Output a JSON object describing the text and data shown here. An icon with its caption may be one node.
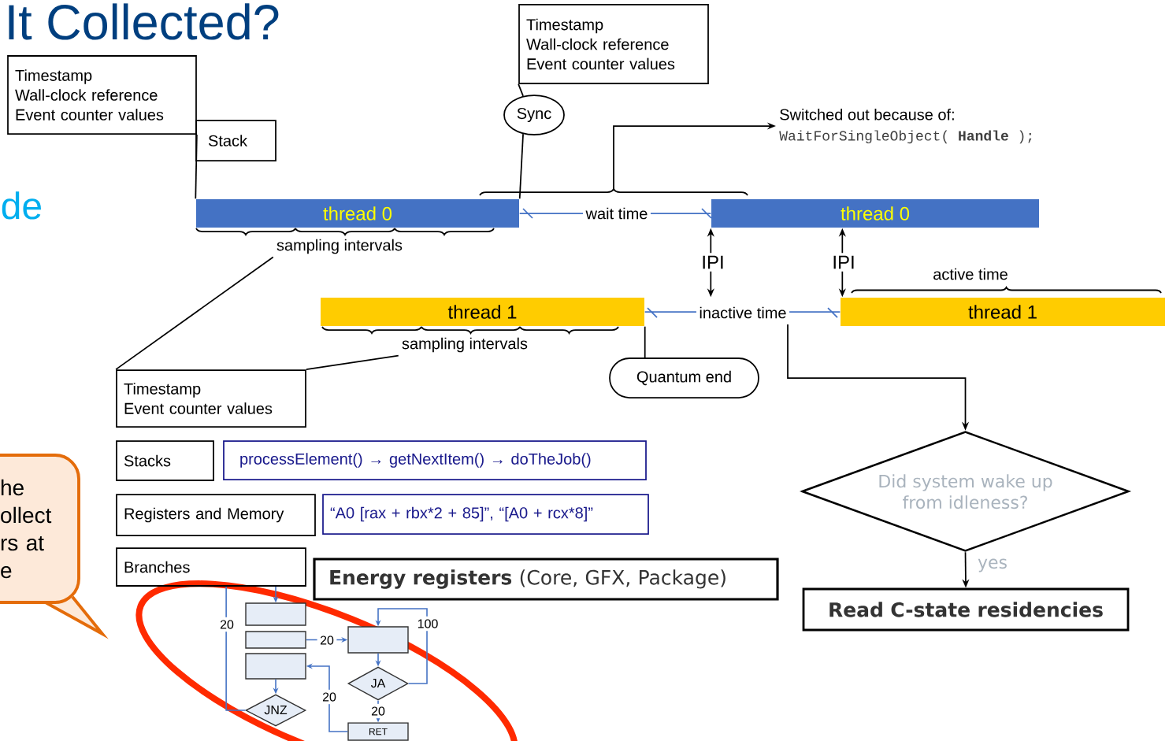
{
  "diagram": {
    "title": "It Collected?",
    "nodes": [
      {
        "text": [
          "Timestamp",
          "Wall-clock reference",
          "Event counter values"
        ]
      },
      {
        "text": [
          "Stack"
        ]
      },
      {
        "text": [
          "Timestamp",
          "Wall-clock reference",
          "Event counter values"
        ]
      },
      {
        "text": [
          "Sync"
        ]
      },
      {
        "text": [
          "thread 0"
        ]
      },
      {
        "text": [
          "thread 0"
        ]
      },
      {
        "text": [
          "thread 1"
        ]
      },
      {
        "text": [
          "thread 1"
        ]
      },
      {
        "text": [
          "Quantum end"
        ]
      },
      {
        "text": [
          "Switched out because of:",
          "WaitForSingleObject( **Handle** );"
        ]
      },
      {
        "text": [
          "Timestamp",
          "Event counter values"
        ]
      },
      {
        "text": [
          "Stacks"
        ]
      },
      {
        "text": [
          "processElement() → getNextItem() → doTheJob()"
        ]
      },
      {
        "text": [
          "Registers and Memory"
        ]
      },
      {
        "text": [
          "“A0 [rax + rbx*2 + 85]”, “[A0 + rcx*8]”"
        ]
      },
      {
        "text": [
          "Branches"
        ]
      },
      {
        "text": [
          "**Energy registers** (Core, GFX, Package)"
        ]
      },
      {
        "text": [
          "Did system wake up from idleness?"
        ]
      },
      {
        "text": [
          "Read C-state residencies"
        ]
      },
      {
        "text": [
          "he ollect rs at e"
        ]
      },
      {
        "text": [],
        "shape": "box"
      },
      {
        "text": [],
        "shape": "box"
      },
      {
        "text": [],
        "shape": "box"
      },
      {
        "text": [
          "JNZ"
        ]
      },
      {
        "text": [],
        "shape": "box"
      },
      {
        "text": [
          "JA"
        ]
      },
      {
        "text": [
          "RET"
        ]
      },
      {
        "text": [
          "sampling intervals"
        ]
      },
      {
        "text": [
          "sampling intervals"
        ]
      }
    ],
    "edges": [
      {
        "from": 0,
        "to": 4,
        "arrow": "none"
      },
      {
        "from": 2,
        "to": 3,
        "arrow": "none"
      },
      {
        "from": 3,
        "to": 4,
        "arrow": "none"
      },
      {
        "from": null,
        "to": 9,
        "arrow": "to"
      },
      {
        "from": 4,
        "to": 5,
        "arrow": "none",
        "label": "wait time",
        "color": "#4472c4"
      },
      {
        "from": null,
        "to": 5,
        "arrow": "both",
        "label": "IPI"
      },
      {
        "from": 7,
        "to": 5,
        "arrow": "both",
        "label": "IPI"
      },
      {
        "from": 6,
        "to": 7,
        "arrow": "none",
        "label": "inactive time",
        "color": "#4472c4"
      },
      {
        "from": 6,
        "to": 8,
        "arrow": "none"
      },
      {
        "from": null,
        "to": 17,
        "arrow": "to"
      },
      {
        "from": 17,
        "to": 18,
        "arrow": "to",
        "label": "yes"
      },
      {
        "from": 10,
        "to": 27,
        "arrow": "none"
      },
      {
        "from": 10,
        "to": 28,
        "arrow": "none"
      },
      {
        "from": 15,
        "to": 20,
        "arrow": "to",
        "color": "#4472c4"
      },
      {
        "from": 15,
        "to": 23,
        "arrow": "none",
        "label": "20",
        "color": "#4472c4"
      },
      {
        "from": 21,
        "to": 24,
        "arrow": "to",
        "label": "20",
        "color": "#4472c4"
      },
      {
        "from": 22,
        "to": 23,
        "arrow": "to",
        "color": "#4472c4"
      },
      {
        "from": 24,
        "to": 25,
        "arrow": "to",
        "color": "#4472c4"
      },
      {
        "from": 25,
        "to": 24,
        "arrow": "to",
        "label": "100",
        "color": "#4472c4"
      },
      {
        "from": 25,
        "to": 26,
        "arrow": "to",
        "label": "20",
        "color": "#4472c4"
      },
      {
        "from": 26,
        "to": 22,
        "arrow": "to",
        "label": "20",
        "color": "#4472c4"
      }
    ],
    "labels": [
      "de",
      "active time"
    ]
  }
}
